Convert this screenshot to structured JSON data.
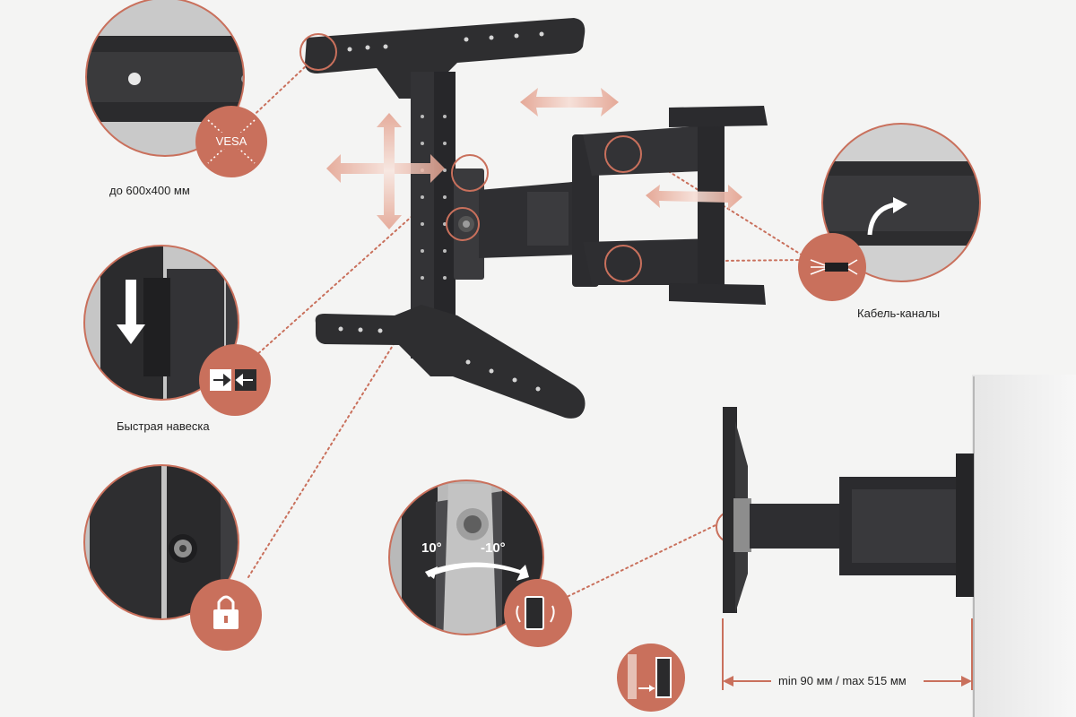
{
  "features": {
    "vesa": {
      "badge": "VESA",
      "caption": "до 600x400 мм"
    },
    "quick_hang": {
      "caption": "Быстрая навеска"
    },
    "cable_channels": {
      "caption": "Кабель-каналы"
    },
    "tilt": {
      "left_angle": "10°",
      "right_angle": "-10°"
    },
    "depth": {
      "caption": "min 90 мм / max 515 мм"
    }
  },
  "colors": {
    "accent": "#c9705c",
    "metal_dark": "#2b2b2d",
    "metal_mid": "#3d3d40",
    "wall": "#dcdcdc",
    "background": "#f4f4f3"
  }
}
